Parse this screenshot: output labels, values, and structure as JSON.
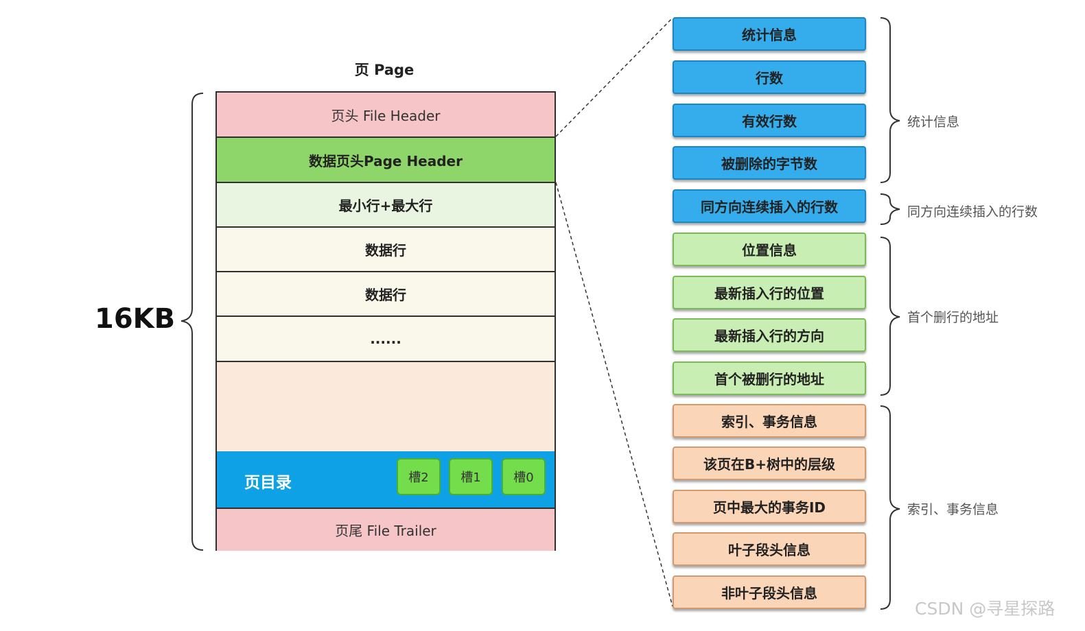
{
  "page": {
    "title": "页 Page",
    "size_label": "16KB",
    "rows": {
      "file_header": "页头 File Header",
      "page_header": "数据页头Page Header",
      "infimum_supremum": "最小行+最大行",
      "data_row_1": "数据行",
      "data_row_2": "数据行",
      "ellipsis": "......",
      "free_space": "",
      "page_directory": "页目录",
      "file_trailer": "页尾 File Trailer"
    },
    "slots": [
      "槽2",
      "槽1",
      "槽0"
    ]
  },
  "page_header_fields": {
    "stats": [
      "统计信息",
      "行数",
      "有效行数",
      "被删除的字节数"
    ],
    "same_direction": "同方向连续插入的行数",
    "position": [
      "位置信息",
      "最新插入行的位置",
      "最新插入行的方向",
      "首个被删行的地址"
    ],
    "index": [
      "索引、事务信息",
      "该页在B+树中的层级",
      "页中最大的事务ID",
      "叶子段头信息",
      "非叶子段头信息"
    ]
  },
  "group_labels": {
    "stats": "统计信息",
    "same_direction": "同方向连续插入的行数",
    "position": "首个删行的地址",
    "index": "索引、事务信息"
  },
  "watermark": "CSDN @寻星探路",
  "colors": {
    "file_header": "#f6c5c8",
    "page_header": "#8fd66a",
    "page_directory": "#0fa1e6",
    "slot": "#74dd4b",
    "stats_field": "#35aceb",
    "position_field": "#c9eeb3",
    "index_field": "#fbd5b8"
  }
}
